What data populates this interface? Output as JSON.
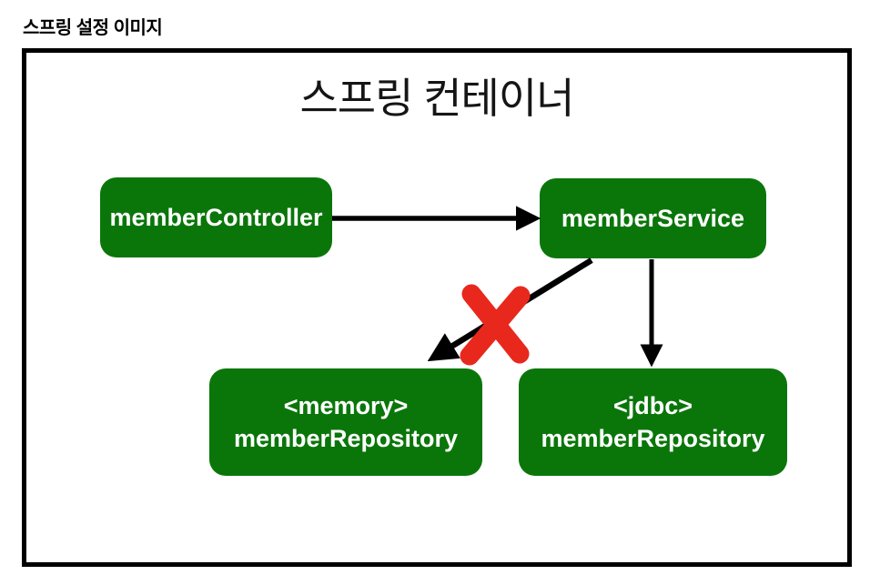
{
  "page": {
    "heading": "스프링 설정 이미지"
  },
  "container": {
    "title": "스프링 컨테이너"
  },
  "nodes": {
    "controller": {
      "label": "memberController"
    },
    "service": {
      "label": "memberService"
    },
    "memory_repo": {
      "tag": "<memory>",
      "label": "memberRepository"
    },
    "jdbc_repo": {
      "tag": "<jdbc>",
      "label": "memberRepository"
    }
  },
  "icons": {
    "x_mark": "✗"
  },
  "colors": {
    "node_fill": "#0a760a",
    "node_text": "#ffffff",
    "arrow": "#000000",
    "x_mark": "#e8281c",
    "frame_border": "#000000",
    "background": "#ffffff",
    "heading_text": "#000000"
  }
}
